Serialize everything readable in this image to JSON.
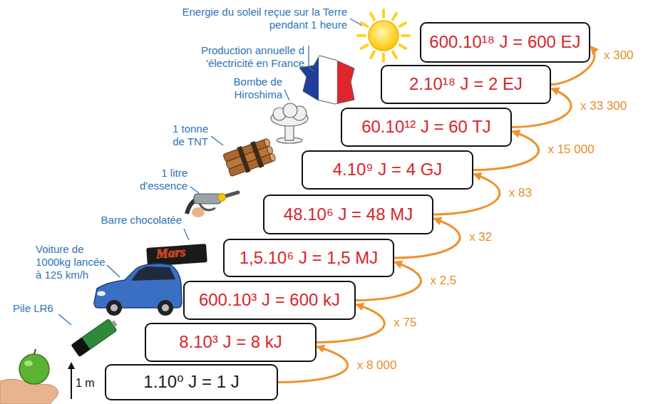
{
  "diagram": {
    "nodes": [
      {
        "text": [
          "1.10⁰ J = 1 J"
        ]
      },
      {
        "text": [
          "8.10³ J = 8 kJ"
        ]
      },
      {
        "text": [
          "600.10³ J = 600 kJ"
        ]
      },
      {
        "text": [
          "1,5.10⁶ J = 1,5 MJ"
        ]
      },
      {
        "text": [
          "48.10⁶ J = 48 MJ"
        ]
      },
      {
        "text": [
          "4.10⁹ J = 4 GJ"
        ]
      },
      {
        "text": [
          "60.10¹² J = 60 TJ"
        ]
      },
      {
        "text": [
          "2.10¹⁸ J = 2 EJ"
        ]
      },
      {
        "text": [
          "600.10¹⁸ J = 600 EJ"
        ]
      }
    ],
    "edges": [
      {
        "from": 0,
        "to": 1,
        "arrow": "to",
        "label": "x 8 000"
      },
      {
        "from": 1,
        "to": 2,
        "arrow": "to",
        "label": "x 75"
      },
      {
        "from": 2,
        "to": 3,
        "arrow": "to",
        "label": "x 2,5"
      },
      {
        "from": 3,
        "to": 4,
        "arrow": "to",
        "label": "x 32"
      },
      {
        "from": 4,
        "to": 5,
        "arrow": "to",
        "label": "x 83"
      },
      {
        "from": 5,
        "to": 6,
        "arrow": "to",
        "label": "x 15 000"
      },
      {
        "from": 6,
        "to": 7,
        "arrow": "to",
        "label": "x 33 300"
      },
      {
        "from": 7,
        "to": 8,
        "arrow": "to",
        "label": "x 300"
      }
    ],
    "labels": [
      "Energie du soleil reçue sur la Terre pendant 1 heure",
      "Production annuelle d 'électricité en France",
      "Bombe de Hiroshima",
      "1 tonne de TNT",
      "1 litre d'essence",
      "Barre chocolatée",
      "Voiture de 1000kg lancée à 125 km/h",
      "Pile LR6",
      "Mars",
      "1 m"
    ]
  }
}
